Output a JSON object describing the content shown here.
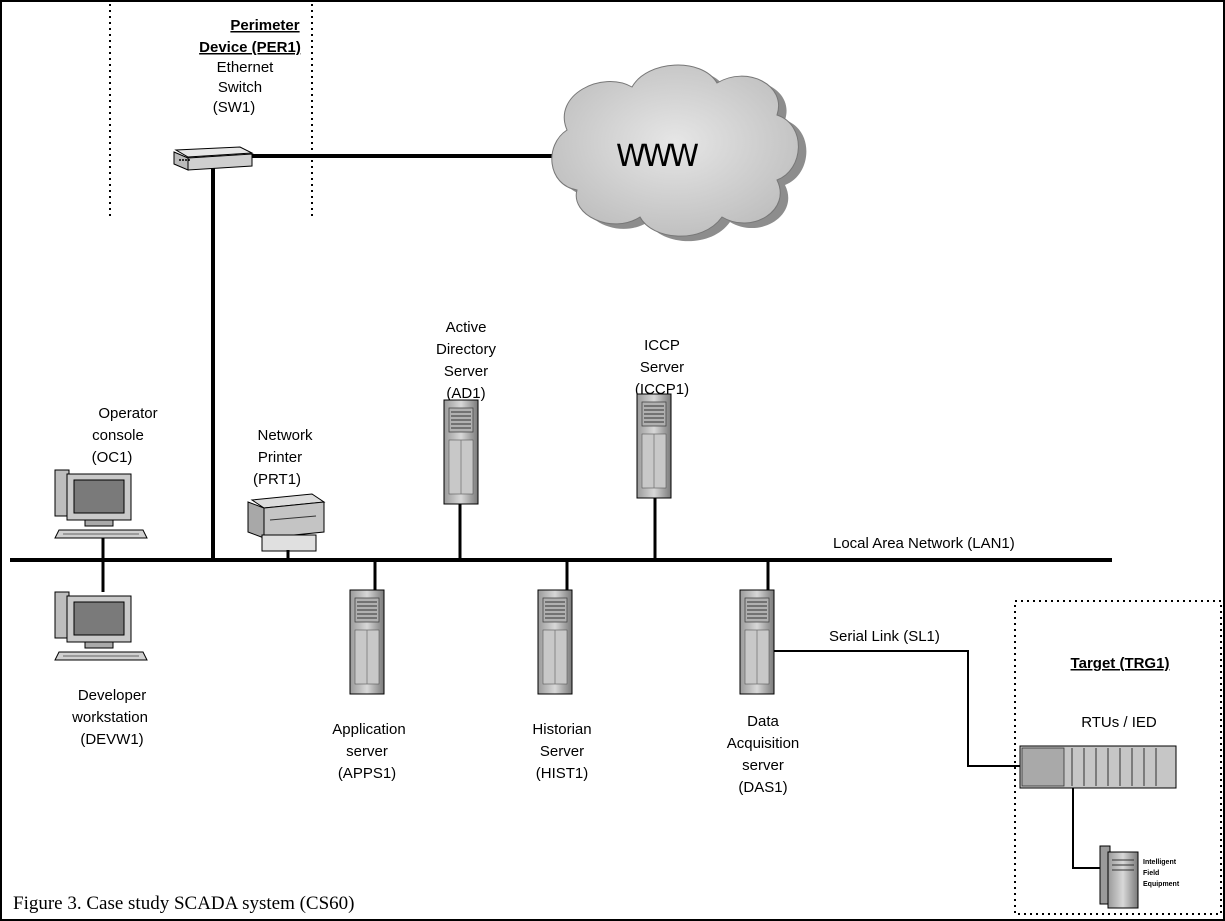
{
  "perimeter": {
    "title_line1": "Perimeter",
    "title_line2": "Device (PER1)",
    "switch_lines": [
      "Ethernet",
      "Switch",
      "(SW1)"
    ]
  },
  "internet": {
    "label": "WWW"
  },
  "lan": {
    "label": "Local Area Network (LAN1)"
  },
  "nodes": {
    "oc1": {
      "lines": [
        "Operator",
        "console",
        "(OC1)"
      ]
    },
    "devw1": {
      "lines": [
        "Developer",
        "workstation",
        "(DEVW1)"
      ]
    },
    "prt1": {
      "lines": [
        "Network",
        "Printer",
        "(PRT1)"
      ]
    },
    "ad1": {
      "lines": [
        "Active",
        "Directory",
        "Server",
        "(AD1)"
      ]
    },
    "iccp1": {
      "lines": [
        "ICCP",
        "Server",
        "(ICCP1)"
      ]
    },
    "apps1": {
      "lines": [
        "Application",
        "server",
        "(APPS1)"
      ]
    },
    "hist1": {
      "lines": [
        "Historian",
        "Server",
        "(HIST1)"
      ]
    },
    "das1": {
      "lines": [
        "Data",
        "Acquisition",
        "server",
        "(DAS1)"
      ]
    }
  },
  "serial": {
    "label": "Serial Link (SL1)"
  },
  "target": {
    "title": "Target (TRG1)",
    "rtu_label": "RTUs / IED",
    "ied_lines": [
      "Intelligent",
      "Field",
      "Equipment"
    ]
  },
  "caption": "Figure 3. Case study SCADA system (CS60)"
}
